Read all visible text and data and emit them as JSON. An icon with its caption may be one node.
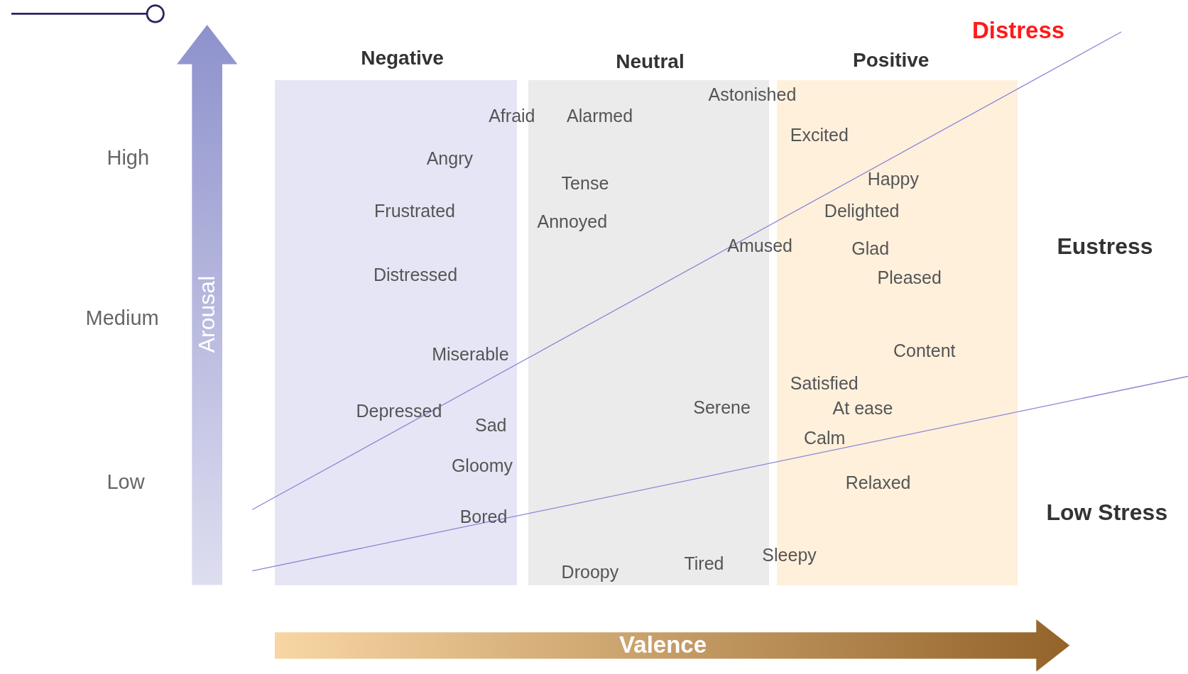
{
  "diagram": {
    "nodes": [
      {
        "text": [
          "Negative"
        ]
      },
      {
        "text": [
          "Neutral"
        ]
      },
      {
        "text": [
          "Positive"
        ]
      },
      {
        "text": [
          "Arousal"
        ]
      },
      {
        "text": [
          "Valence"
        ]
      }
    ],
    "labels": [
      "Distress",
      "Astonished",
      "Afraid",
      "Alarmed",
      "Excited",
      "High",
      "Angry",
      "Happy",
      "Tense",
      "Frustrated",
      "Delighted",
      "Annoyed",
      "Amused",
      "Glad",
      "Eustress",
      "Distressed",
      "Pleased",
      "Medium",
      "Content",
      "Miserable",
      "Satisfied",
      "Serene",
      "At ease",
      "Depressed",
      "Sad",
      "Calm",
      "Gloomy",
      "Low",
      "Relaxed",
      "Low Stress",
      "Bored",
      "Sleepy",
      "Tired",
      "Droopy"
    ]
  }
}
